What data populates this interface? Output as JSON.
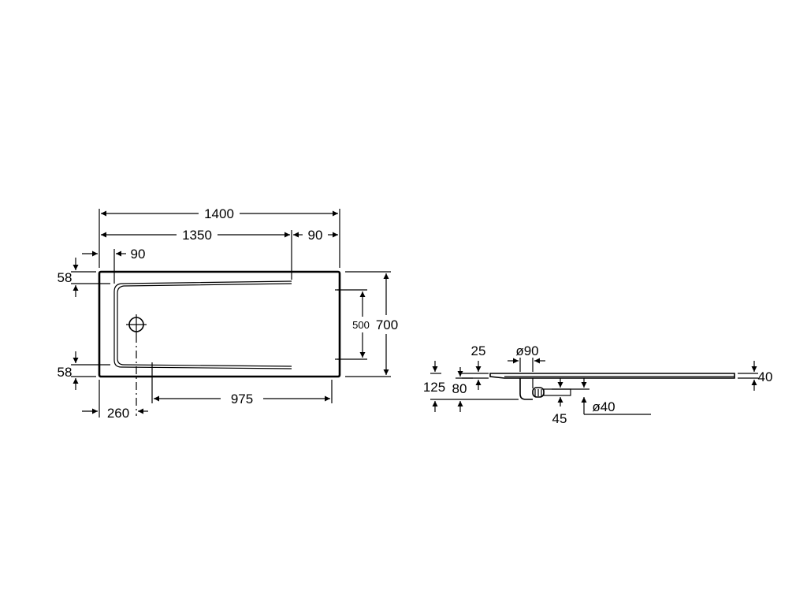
{
  "plan_view": {
    "overall_length": "1400",
    "inner_length": "1350",
    "right_offset": "90",
    "left_offset": "90",
    "top_margin": "58",
    "bottom_margin": "58",
    "overall_width": "700",
    "inner_width": "500",
    "bottom_length": "975",
    "drain_offset": "260"
  },
  "side_view": {
    "top_depth": "25",
    "drain_diameter": "ø90",
    "total_height": "125",
    "drain_height": "80",
    "outlet_offset": "45",
    "outlet_diameter": "ø40",
    "tray_thickness": "40"
  }
}
